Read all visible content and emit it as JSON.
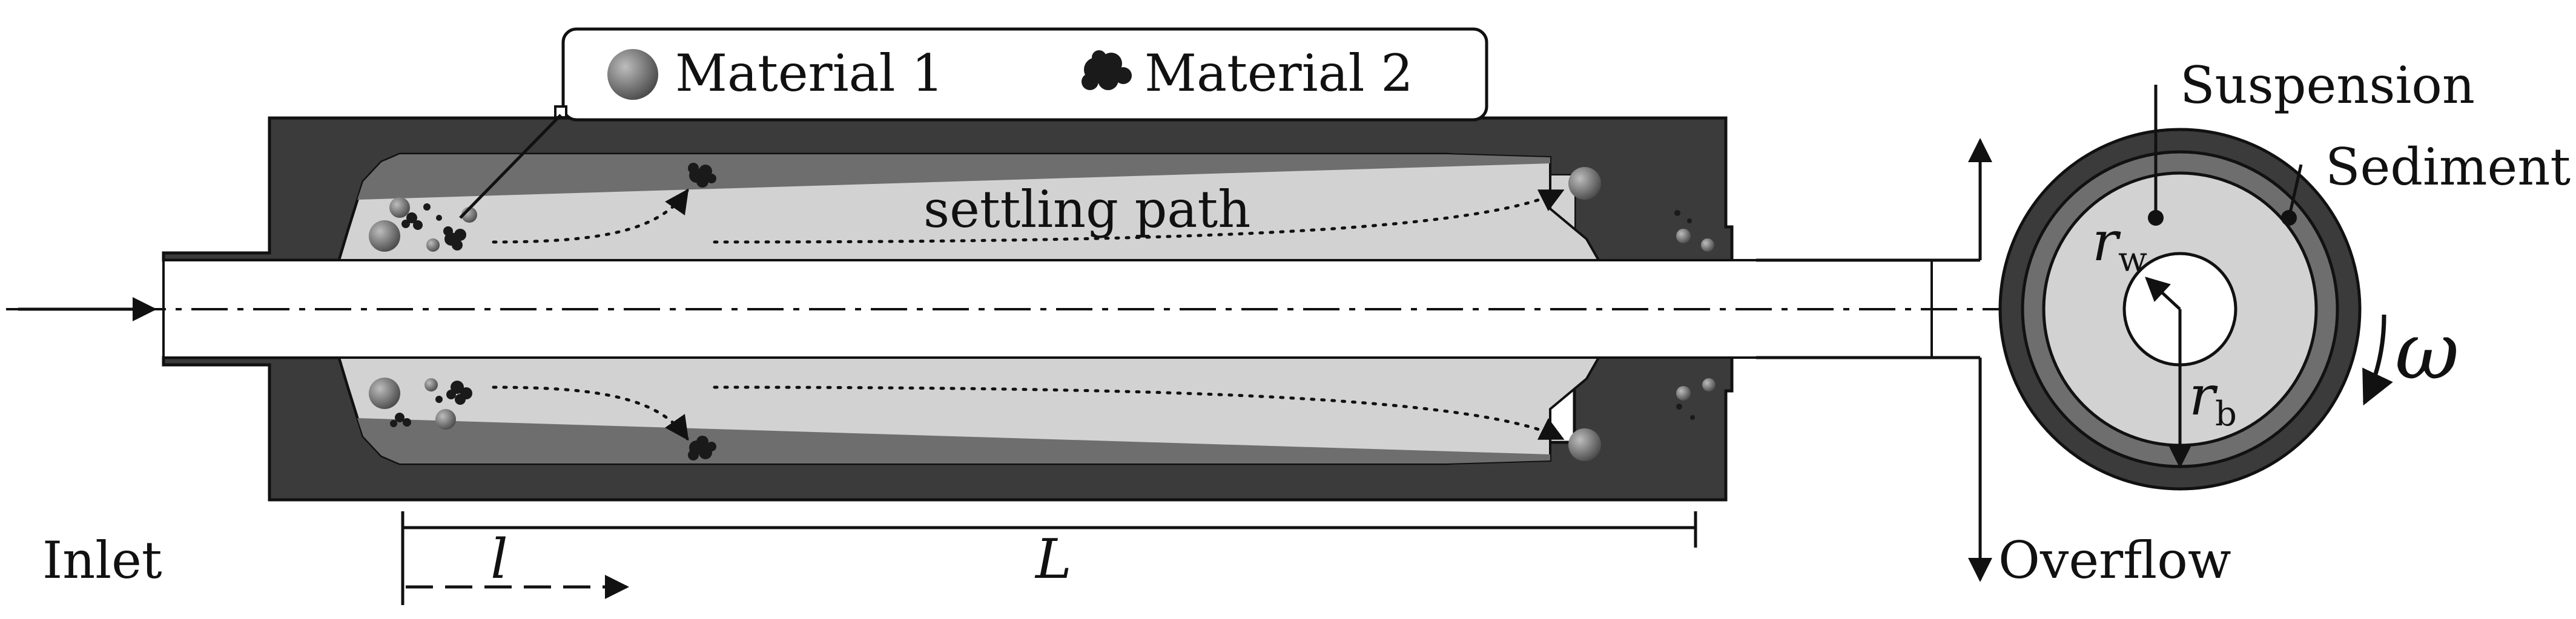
{
  "legend": {
    "material1": "Material 1",
    "material2": "Material 2"
  },
  "labels": {
    "inlet": "Inlet",
    "overflow": "Overflow",
    "settling_path": "settling path",
    "suspension": "Suspension",
    "sediment": "Sediment",
    "l": "l",
    "L": "L",
    "r_w_base": "r",
    "r_w_sub": "w",
    "r_b_base": "r",
    "r_b_sub": "b",
    "omega": "ω"
  },
  "colors": {
    "wall": "#3b3b3b",
    "suspension": "#d2d2d2",
    "sediment": "#6e6e6e",
    "material1": "#7a7a7a",
    "material2": "#1a1a1a",
    "line": "#111111",
    "background": "#ffffff"
  }
}
